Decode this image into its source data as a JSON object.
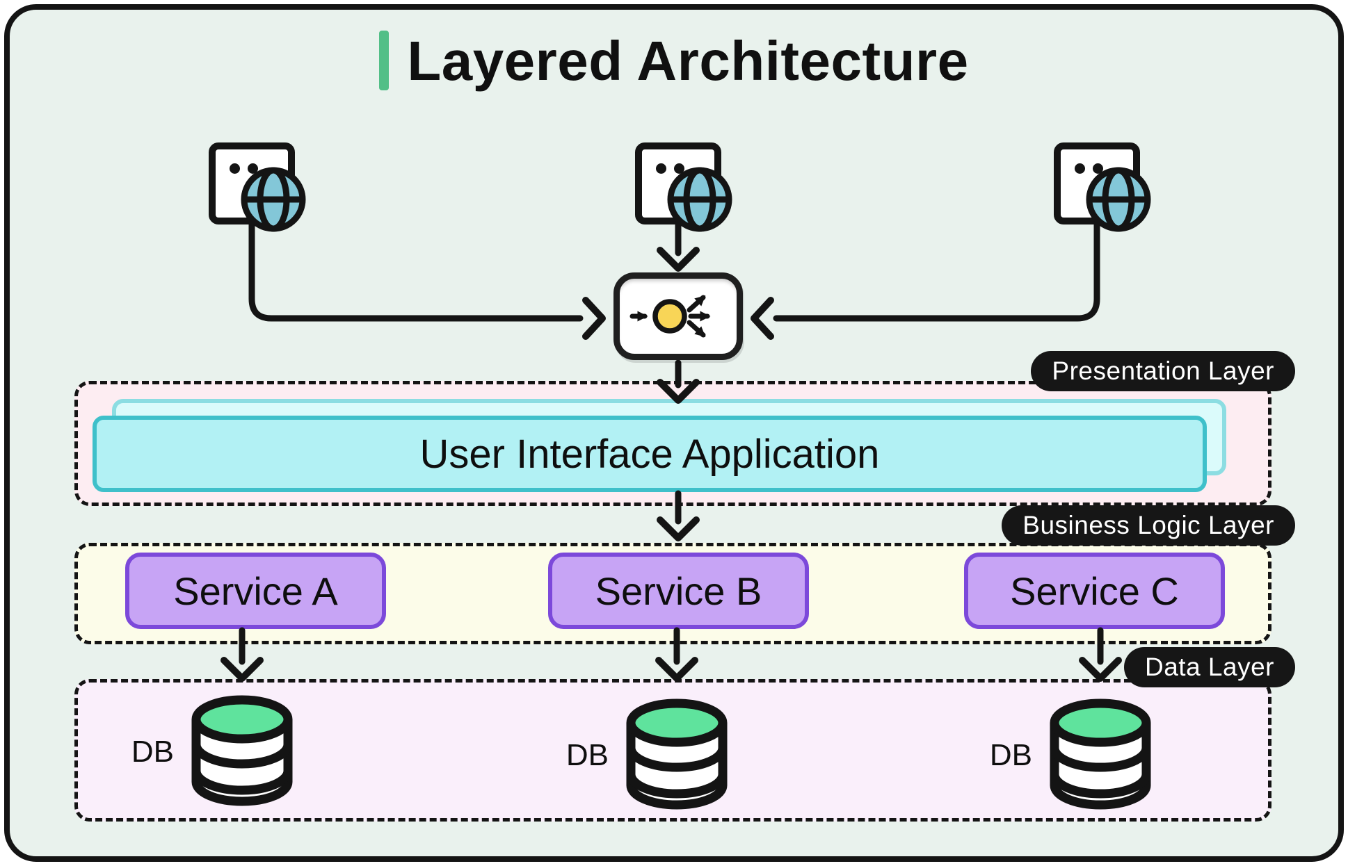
{
  "title": {
    "text": "Layered Architecture"
  },
  "layers": [
    {
      "badge": "Presentation Layer",
      "items": [
        {
          "label": "User Interface Application"
        }
      ]
    },
    {
      "badge": "Business Logic Layer",
      "items": [
        {
          "label": "Service A"
        },
        {
          "label": "Service B"
        },
        {
          "label": "Service C"
        }
      ]
    },
    {
      "badge": "Data Layer",
      "items": [
        {
          "label": "DB"
        },
        {
          "label": "DB"
        },
        {
          "label": "DB"
        }
      ]
    }
  ],
  "colors": {
    "background": "#e9f2ed",
    "frame_border": "#141414",
    "title_accent": "#52bf87",
    "badge_bg": "#161616",
    "badge_text": "#ffffff",
    "presentation_bg": "#fdedf2",
    "business_bg": "#fcfce9",
    "data_bg": "#faeffb",
    "ui_box_fill": "#b2f1f4",
    "ui_box_border": "#3fc0ca",
    "ui_back_fill": "#dbfbfb",
    "ui_back_border": "#8cdde2",
    "service_fill": "#c7a4f5",
    "service_border": "#7c49da",
    "db_top_fill": "#5fe39d",
    "globe_fill": "#83c7d8",
    "load_balancer_dot": "#f8d557",
    "connector_line": "#141414"
  }
}
